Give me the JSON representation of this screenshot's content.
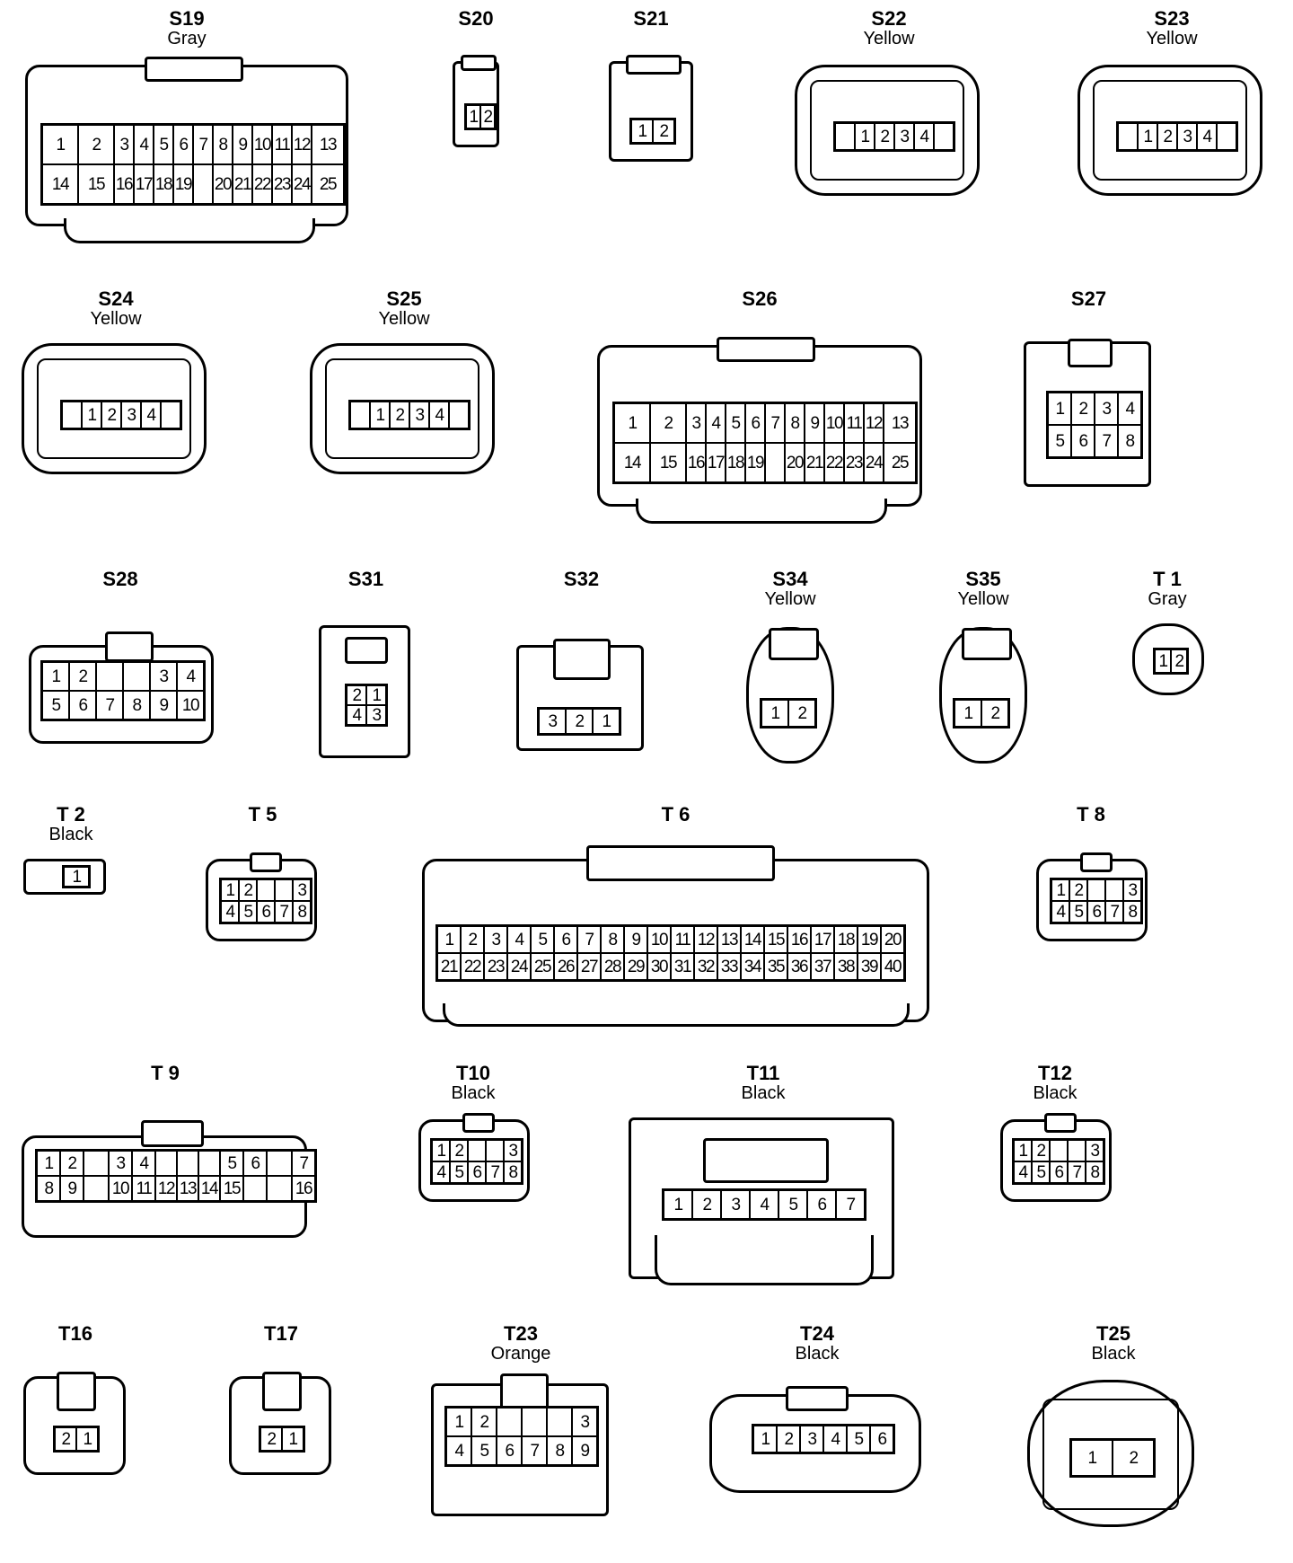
{
  "connectors": [
    {
      "id": "S19",
      "color": "Gray",
      "rows": [
        [
          "1",
          "2",
          "3",
          "4",
          "5",
          "6",
          "7",
          "8",
          "9",
          "10",
          "11",
          "12",
          "13"
        ],
        [
          "14",
          "15",
          "16",
          "17",
          "18",
          "19",
          "",
          "20",
          "21",
          "22",
          "23",
          "24",
          "25"
        ]
      ]
    },
    {
      "id": "S20",
      "color": "",
      "rows": [
        [
          "1",
          "2"
        ]
      ]
    },
    {
      "id": "S21",
      "color": "",
      "rows": [
        [
          "1",
          "2"
        ]
      ]
    },
    {
      "id": "S22",
      "color": "Yellow",
      "rows": [
        [
          "",
          "1",
          "2",
          "3",
          "4",
          ""
        ]
      ]
    },
    {
      "id": "S23",
      "color": "Yellow",
      "rows": [
        [
          "",
          "1",
          "2",
          "3",
          "4",
          ""
        ]
      ]
    },
    {
      "id": "S24",
      "color": "Yellow",
      "rows": [
        [
          "",
          "1",
          "2",
          "3",
          "4",
          ""
        ]
      ]
    },
    {
      "id": "S25",
      "color": "Yellow",
      "rows": [
        [
          "",
          "1",
          "2",
          "3",
          "4",
          ""
        ]
      ]
    },
    {
      "id": "S26",
      "color": "",
      "rows": [
        [
          "1",
          "2",
          "3",
          "4",
          "5",
          "6",
          "7",
          "8",
          "9",
          "10",
          "11",
          "12",
          "13"
        ],
        [
          "14",
          "15",
          "16",
          "17",
          "18",
          "19",
          "",
          "20",
          "21",
          "22",
          "23",
          "24",
          "25"
        ]
      ]
    },
    {
      "id": "S27",
      "color": "",
      "rows": [
        [
          "1",
          "2",
          "3",
          "4"
        ],
        [
          "5",
          "6",
          "7",
          "8"
        ]
      ]
    },
    {
      "id": "S28",
      "color": "",
      "rows": [
        [
          "1",
          "2",
          "",
          "",
          "3",
          "4"
        ],
        [
          "5",
          "6",
          "7",
          "8",
          "9",
          "10"
        ]
      ]
    },
    {
      "id": "S31",
      "color": "",
      "rows": [
        [
          "2",
          "1"
        ],
        [
          "4",
          "3"
        ]
      ]
    },
    {
      "id": "S32",
      "color": "",
      "rows": [
        [
          "3",
          "2",
          "1"
        ]
      ]
    },
    {
      "id": "S34",
      "color": "Yellow",
      "rows": [
        [
          "1",
          "2"
        ]
      ]
    },
    {
      "id": "S35",
      "color": "Yellow",
      "rows": [
        [
          "1",
          "2"
        ]
      ]
    },
    {
      "id": "T 1",
      "color": "Gray",
      "rows": [
        [
          "1",
          "2"
        ]
      ]
    },
    {
      "id": "T 2",
      "color": "Black",
      "rows": [
        [
          "1"
        ]
      ]
    },
    {
      "id": "T 5",
      "color": "",
      "rows": [
        [
          "1",
          "2",
          "",
          "",
          "3"
        ],
        [
          "4",
          "5",
          "6",
          "7",
          "8"
        ]
      ]
    },
    {
      "id": "T 6",
      "color": "",
      "rows": [
        [
          "1",
          "2",
          "3",
          "4",
          "5",
          "6",
          "7",
          "8",
          "9",
          "10",
          "11",
          "12",
          "13",
          "14",
          "15",
          "16",
          "17",
          "18",
          "19",
          "20"
        ],
        [
          "21",
          "22",
          "23",
          "24",
          "25",
          "26",
          "27",
          "28",
          "29",
          "30",
          "31",
          "32",
          "33",
          "34",
          "35",
          "36",
          "37",
          "38",
          "39",
          "40"
        ]
      ]
    },
    {
      "id": "T 8",
      "color": "",
      "rows": [
        [
          "1",
          "2",
          "",
          "",
          "3"
        ],
        [
          "4",
          "5",
          "6",
          "7",
          "8"
        ]
      ]
    },
    {
      "id": "T 9",
      "color": "",
      "rows": [
        [
          "1",
          "2",
          "",
          "3",
          "4",
          "",
          "",
          "",
          "5",
          "6",
          "",
          "7"
        ],
        [
          "8",
          "9",
          "",
          "10",
          "11",
          "12",
          "13",
          "14",
          "15",
          "",
          "",
          "16"
        ]
      ]
    },
    {
      "id": "T10",
      "color": "Black",
      "rows": [
        [
          "1",
          "2",
          "",
          "",
          "3"
        ],
        [
          "4",
          "5",
          "6",
          "7",
          "8"
        ]
      ]
    },
    {
      "id": "T11",
      "color": "Black",
      "rows": [
        [
          "1",
          "2",
          "3",
          "4",
          "5",
          "6",
          "7"
        ]
      ]
    },
    {
      "id": "T12",
      "color": "Black",
      "rows": [
        [
          "1",
          "2",
          "",
          "",
          "3"
        ],
        [
          "4",
          "5",
          "6",
          "7",
          "8"
        ]
      ]
    },
    {
      "id": "T16",
      "color": "",
      "rows": [
        [
          "2",
          "1"
        ]
      ]
    },
    {
      "id": "T17",
      "color": "",
      "rows": [
        [
          "2",
          "1"
        ]
      ]
    },
    {
      "id": "T23",
      "color": "Orange",
      "rows": [
        [
          "1",
          "2",
          "",
          "",
          "",
          "3"
        ],
        [
          "4",
          "5",
          "6",
          "7",
          "8",
          "9"
        ]
      ]
    },
    {
      "id": "T24",
      "color": "Black",
      "rows": [
        [
          "1",
          "2",
          "3",
          "4",
          "5",
          "6"
        ]
      ]
    },
    {
      "id": "T25",
      "color": "Black",
      "rows": [
        [
          "1",
          "2"
        ]
      ]
    }
  ]
}
